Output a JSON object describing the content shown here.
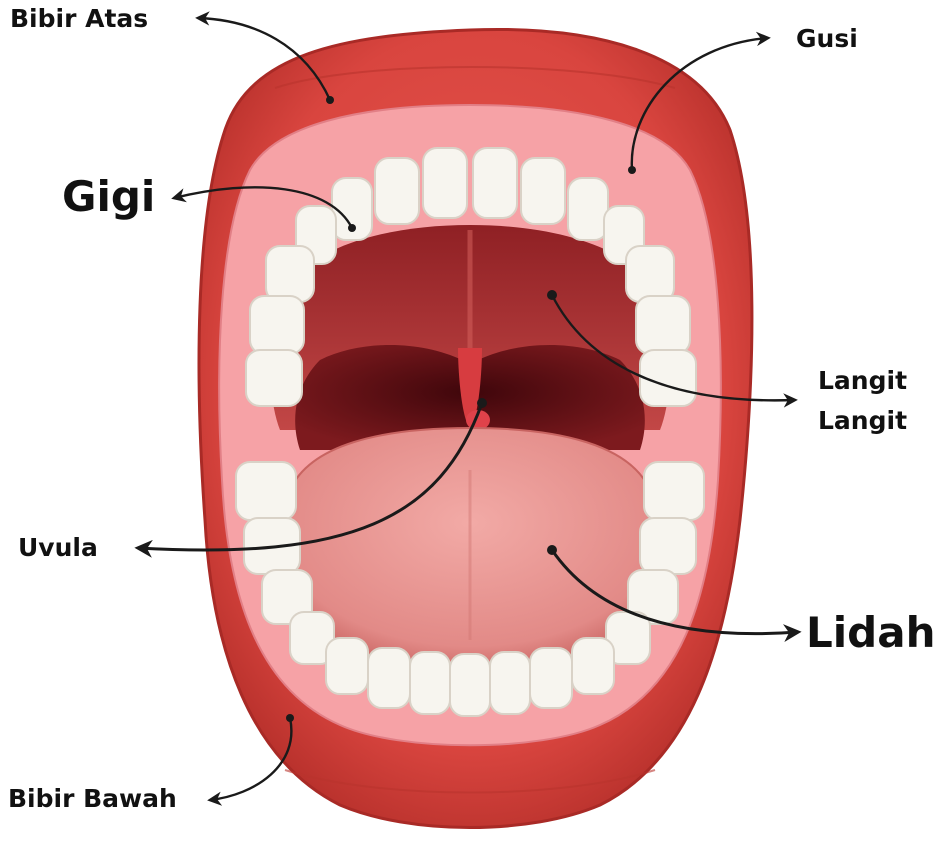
{
  "labels": {
    "bibir_atas": "Bibir Atas",
    "gusi": "Gusi",
    "gigi": "Gigi",
    "langit_1": "Langit",
    "langit_2": "Langit",
    "uvula": "Uvula",
    "lidah": "Lidah",
    "bibir_bawah": "Bibir Bawah"
  },
  "colors": {
    "lip": "#d9453f",
    "lip_dark": "#a92a26",
    "gum": "#f6a2a6",
    "palate": "#b53b3a",
    "throat": "#5e0c12",
    "tongue": "#e9928f",
    "teeth": "#f7f5ef",
    "arrow": "#1a1a1a"
  },
  "icons": {
    "pointer": "arrow-icon"
  }
}
